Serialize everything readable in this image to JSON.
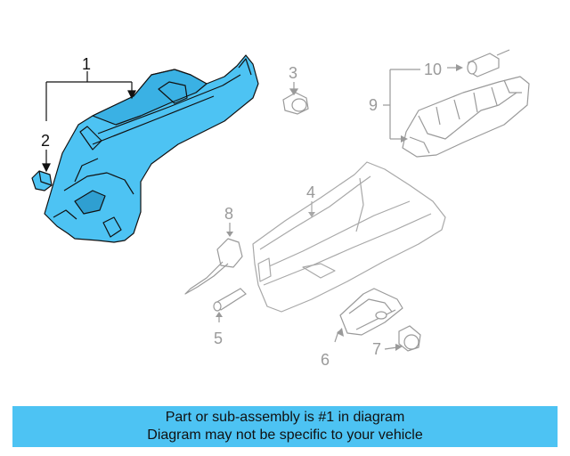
{
  "diagram": {
    "highlight_color": "#4dc3f3",
    "outline_color": "#111111",
    "ghost_color": "#a8a8a8",
    "callouts": [
      {
        "id": "1",
        "label": "1"
      },
      {
        "id": "2",
        "label": "2"
      },
      {
        "id": "3",
        "label": "3"
      },
      {
        "id": "4",
        "label": "4"
      },
      {
        "id": "5",
        "label": "5"
      },
      {
        "id": "6",
        "label": "6"
      },
      {
        "id": "7",
        "label": "7"
      },
      {
        "id": "8",
        "label": "8"
      },
      {
        "id": "9",
        "label": "9"
      },
      {
        "id": "10",
        "label": "10"
      }
    ]
  },
  "banner": {
    "line1": "Part or sub-assembly is #1 in diagram",
    "line2": "Diagram may not be specific to your vehicle"
  }
}
